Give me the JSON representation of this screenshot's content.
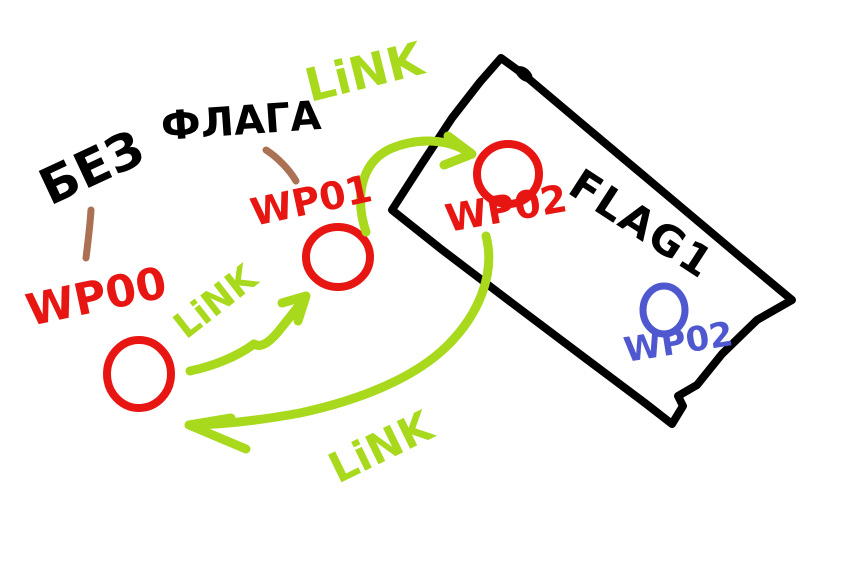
{
  "drawing": {
    "background": "#ffffff",
    "colors": {
      "black": "#000000",
      "red": "#e81613",
      "green": "#a8d91c",
      "brown": "#ab7154",
      "blue": "#5058cf"
    },
    "note": {
      "word1": "БЕЗ",
      "word2": "ФЛАГА",
      "full_text": "БЕЗ ФЛАГА"
    },
    "flag_zone": {
      "label": "FLAG1",
      "shape": "rotated-rectangle"
    },
    "waypoints": {
      "wp00": {
        "label": "WP00",
        "color": "#e81613",
        "inside_zone": false
      },
      "wp01": {
        "label": "WP01",
        "color": "#e81613",
        "inside_zone": false
      },
      "wp02_outside": {
        "label": "WP02",
        "color": "#e81613",
        "inside_zone": true
      },
      "wp02_inside": {
        "label": "WP02",
        "color": "#5058cf",
        "inside_zone": true
      }
    },
    "links": {
      "top": {
        "label": "LiNK",
        "from": "WP01",
        "to": "WP02"
      },
      "middle": {
        "label": "LiNK",
        "from": "WP00",
        "to": "WP01"
      },
      "bottom": {
        "label": "LiNK",
        "from": "WP02",
        "to": "WP00"
      }
    }
  }
}
